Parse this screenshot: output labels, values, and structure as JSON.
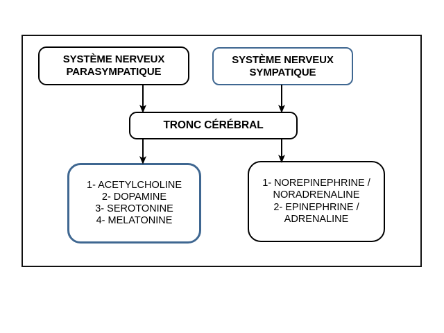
{
  "diagram": {
    "title_visible": false,
    "colors": {
      "frame_border": "#111111",
      "black_border": "#000000",
      "blue_border": "#3f6791",
      "background": "#ffffff",
      "text": "#000000"
    },
    "nodes": {
      "parasympathetic": {
        "label": "SYSTÈME NERVEUX\nPARASYMPATIQUE",
        "border_color": "#000000"
      },
      "sympathetic": {
        "label": "SYSTÈME NERVEUX\nSYMPATIQUE",
        "border_color": "#3f6791"
      },
      "brainstem": {
        "label": "TRONC CÉRÉBRAL",
        "border_color": "#000000"
      },
      "parasympathetic_transmitters": {
        "label": "1- ACETYLCHOLINE\n2-   DOPAMINE\n3- SEROTONINE\n4- MELATONINE",
        "items": [
          "1- ACETYLCHOLINE",
          "2-   DOPAMINE",
          "3- SEROTONINE",
          "4- MELATONINE"
        ],
        "border_color": "#3f6791"
      },
      "sympathetic_transmitters": {
        "label": "1- NOREPINEPHRINE /\nNORADRENALINE\n2-  EPINEPHRINE /\nADRENALINE",
        "items": [
          "1- NOREPINEPHRINE /",
          "NORADRENALINE",
          "2-  EPINEPHRINE /",
          "ADRENALINE"
        ],
        "border_color": "#000000"
      }
    },
    "arrows": [
      {
        "name": "parasympathetic-to-brainstem",
        "from": "parasympathetic",
        "to": "brainstem"
      },
      {
        "name": "sympathetic-to-brainstem",
        "from": "sympathetic",
        "to": "brainstem"
      },
      {
        "name": "brainstem-to-parasympathetic-transmitters",
        "from": "brainstem",
        "to": "parasympathetic_transmitters"
      },
      {
        "name": "brainstem-to-sympathetic-transmitters",
        "from": "brainstem",
        "to": "sympathetic_transmitters"
      }
    ]
  }
}
